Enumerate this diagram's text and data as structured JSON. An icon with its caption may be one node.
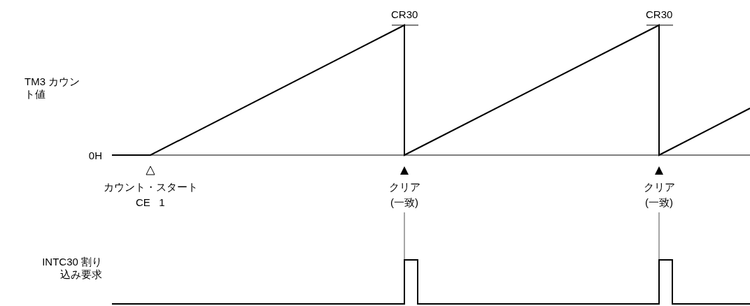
{
  "diagram": {
    "labels": [
      "CR30",
      "CR30",
      "TM3 カウント値",
      "0H",
      "カウント・スタート",
      "CE   1",
      "クリア",
      "(一致)",
      "クリア",
      "(一致)",
      "INTC30 割り込み要求"
    ]
  }
}
